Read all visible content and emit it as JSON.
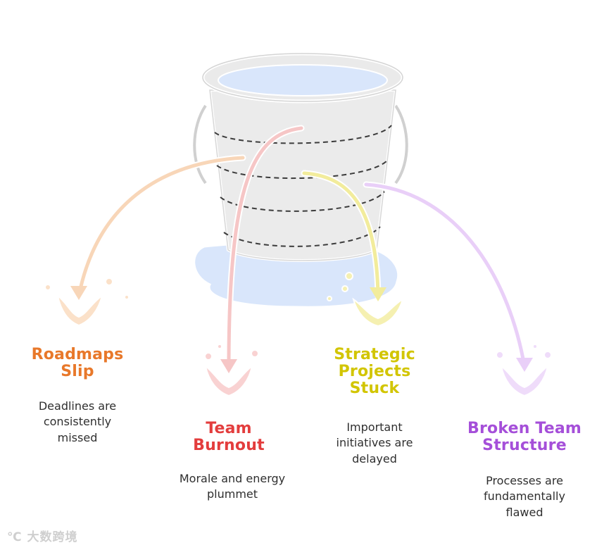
{
  "colors": {
    "orange": "#e8782a",
    "red": "#e33d3d",
    "yellow": "#d2c500",
    "purple": "#a54fd9",
    "bucket_fill": "#ebebeb",
    "water": "#d9e6fb"
  },
  "items": [
    {
      "title": "Roadmaps\nSlip",
      "description": "Deadlines are\nconsistently\nmissed",
      "color": "#e8782a"
    },
    {
      "title": "Team\nBurnout",
      "description": "Morale and energy\nplummet",
      "color": "#e33d3d"
    },
    {
      "title": "Strategic\nProjects\nStuck",
      "description": "Important\ninitiatives are\ndelayed",
      "color": "#d2c500"
    },
    {
      "title": "Broken Team\nStructure",
      "description": "Processes are\nfundamentally\nflawed",
      "color": "#a54fd9"
    }
  ],
  "watermark": "大数跨境"
}
